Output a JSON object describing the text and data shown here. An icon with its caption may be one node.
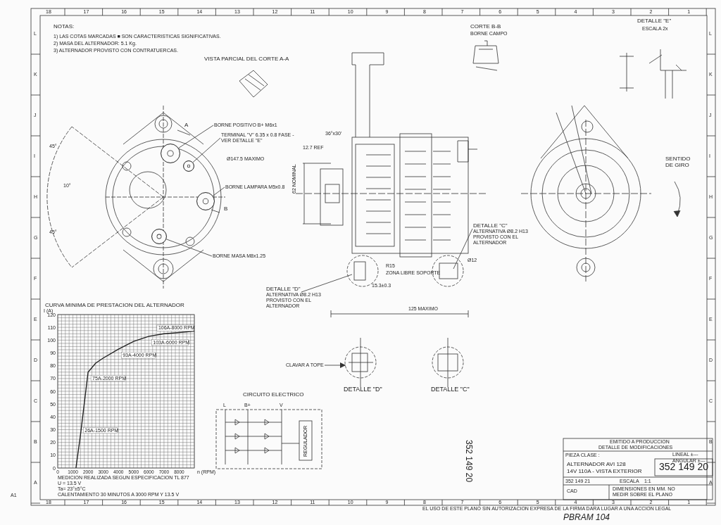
{
  "diagram": {
    "title": "ALTERNADOR AVI 128",
    "nodes": [
      {
        "text": [
          "BORNE POSITIVO B+ M6x1"
        ]
      },
      {
        "text": [
          "TERMINAL \"V\" 6.35 x 0.8 FASE - VER DETALLE \"E\""
        ]
      },
      {
        "text": [
          "BORNE LAMPARA M5x0.8"
        ]
      },
      {
        "text": [
          "BORNE MASA M8x1.25"
        ]
      },
      {
        "text": [
          "DETALLE \"C\"",
          "ALTERNATIVA Ø8.2 H13 PROVISTO CON EL ALTERNADOR"
        ]
      },
      {
        "text": [
          "DETALLE \"D\"",
          "ALTERNATIVA Ø8.2 H13 PROVISTO CON EL ALTERNADOR"
        ]
      },
      {
        "text": [
          "CLAVAR A TOPE"
        ]
      },
      {
        "text": [],
        "shape": "circle"
      },
      {
        "text": [],
        "shape": "circle"
      },
      {
        "text": [],
        "shape": "circle"
      },
      {
        "text": [],
        "shape": "circle"
      },
      {
        "text": [],
        "shape": "picture"
      }
    ],
    "edges": [
      {
        "from": 0,
        "to": 7,
        "arrow": "none"
      },
      {
        "from": 1,
        "to": 8,
        "arrow": "none"
      },
      {
        "from": 2,
        "to": 9,
        "arrow": "none"
      },
      {
        "from": 3,
        "to": 10,
        "arrow": "none"
      },
      {
        "from": 4,
        "to": null,
        "arrow": "none"
      },
      {
        "from": 5,
        "to": null,
        "arrow": "none"
      },
      {
        "from": 6,
        "to": 11,
        "arrow": "to"
      }
    ],
    "labels": [
      "NOTAS:",
      "1) LAS COTAS MARCADAS ■ SON CARACTERISTICAS SIGNIFICATIVAS.",
      "2) MASA DEL ALTERNADOR: 5.1 Kg.",
      "3) ALTERNADOR PROVISTO CON CONTRATUERCAS.",
      "VISTA PARCIAL DEL CORTE A-A",
      "CORTE B-B",
      "BORNE CAMPO",
      "DETALLE \"E\"",
      "ESCALA 2x",
      "SENTIDO DE GIRO",
      "A",
      "B",
      "Ø147.5 MAXIMO",
      "45°",
      "10°",
      "45°",
      "36°x30'",
      "12.7 REF",
      "62 NOMINAL",
      "R15",
      "ZONA LIBRE SOPORTE",
      "15.3±0.3",
      "125 MAXIMO",
      "Ø12",
      "DETALLE \"D\"",
      "DETALLE \"C\"",
      "CIRCUITO ELECTRICO",
      "L",
      "B+",
      "V",
      "REGULADOR",
      "MEDICION REALIZADA SEGUN ESPECIFICACION TL 877",
      "U = 13.5 V",
      "Ta= 23°±5°C",
      "CALENTAMIENTO 30 MINUTOS A 3000 RPM Y 13.5 V",
      "352 149 20",
      "EMITIDO A PRODUCCION",
      "DETALLE DE MODIFICACIONES",
      "PIEZA CLASE :",
      "LINEAL ±---",
      "ANGULAR ±---",
      "14V 110A - VISTA EXTERIOR",
      "352 149 20",
      "352 149 21",
      "ESCALA",
      "1:1",
      "CAD",
      "DIMENSIONES EN MM. NO MEDIR SOBRE EL PLANO",
      "EL USO DE ESTE PLANO SIN AUTORIZACION EXPRESA DE LA FIRMA DARA LUGAR A UNA ACCION LEGAL",
      "PBRAM 104",
      "A1",
      "18",
      "17",
      "16",
      "15",
      "14",
      "13",
      "12",
      "11",
      "10",
      "9",
      "8",
      "7",
      "6",
      "5",
      "4",
      "3",
      "2",
      "1",
      "18",
      "17",
      "16",
      "15",
      "14",
      "13",
      "12",
      "11",
      "10",
      "9",
      "8",
      "7",
      "6",
      "5",
      "4",
      "3",
      "2",
      "1",
      "L",
      "K",
      "J",
      "I",
      "H",
      "G",
      "F",
      "E",
      "D",
      "C",
      "B",
      "A",
      "L",
      "K",
      "J",
      "I",
      "H",
      "G",
      "F",
      "E",
      "D",
      "C",
      "B",
      "A"
    ],
    "chart_data": {
      "type": "line",
      "title": "CURVA MINIMA DE PRESTACION DEL ALTERNADOR",
      "xlabel": "n (RPM)",
      "ylabel": "I (A)",
      "x": [
        1200,
        1500,
        2000,
        2500,
        3000,
        4000,
        5000,
        6000,
        7000,
        8000,
        9000
      ],
      "series": [
        {
          "color": "#222222",
          "values": [
            0,
            26,
            75,
            82,
            86,
            93,
            99,
            103,
            105,
            106,
            107
          ]
        }
      ],
      "xlim": [
        0,
        9000
      ],
      "ylim": [
        0,
        120
      ],
      "grid": true,
      "xticks": [
        0,
        1000,
        2000,
        3000,
        4000,
        5000,
        6000,
        7000,
        8000
      ],
      "yticks": [
        0,
        10,
        20,
        30,
        40,
        50,
        60,
        70,
        80,
        90,
        100,
        110,
        120
      ],
      "annotations": [
        {
          "text": "26A-1500 RPM",
          "x": 1500,
          "y": 26
        },
        {
          "text": "75A-2000 RPM",
          "x": 2000,
          "y": 75
        },
        {
          "text": "93A-4000 RPM",
          "x": 4000,
          "y": 93
        },
        {
          "text": "103A-6000 RPM",
          "x": 6000,
          "y": 103
        },
        {
          "text": "106A-8000 RPM",
          "x": 8000,
          "y": 106
        }
      ]
    }
  }
}
